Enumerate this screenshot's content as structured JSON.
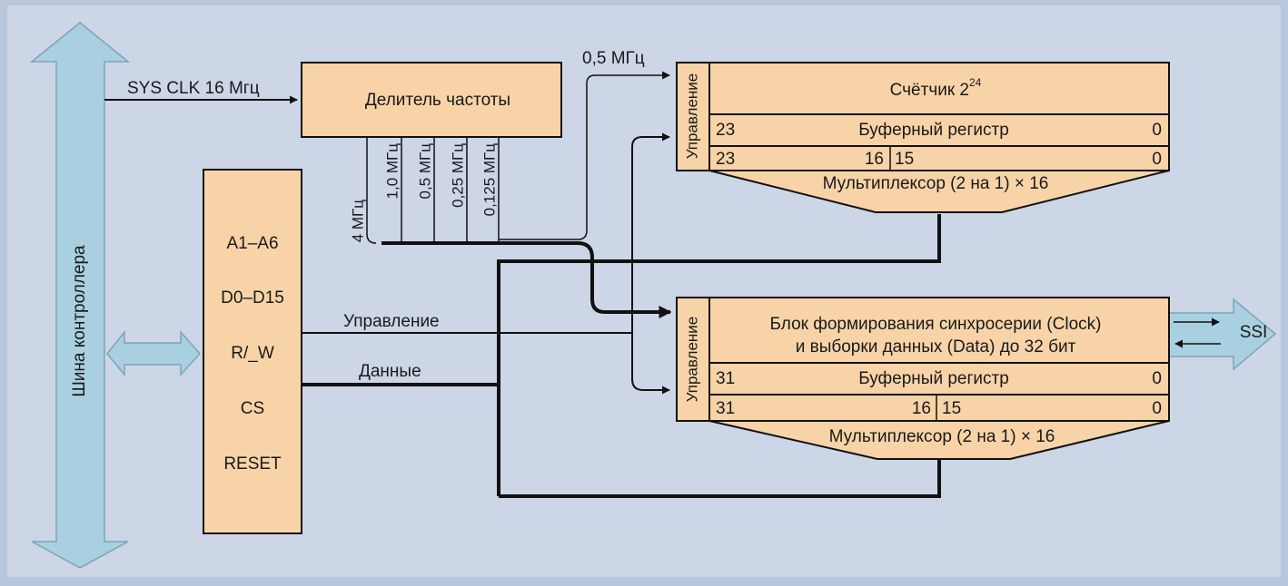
{
  "colors": {
    "background": "#ccd6e6",
    "frame": "#b9c7dd",
    "block_fill": "#f7d3a7",
    "bus_fill": "#a9d0e0",
    "line": "#111111"
  },
  "bus": {
    "label": "Шина контроллера"
  },
  "sys_clk": {
    "label": "SYS CLK 16 Мгц"
  },
  "divider": {
    "title": "Делитель частоты",
    "outputs": [
      "4 МГц",
      "1,0 МГц",
      "0,5 МГц",
      "0,25 МГц",
      "0,125 МГц"
    ],
    "freq_label": "0,5 МГц"
  },
  "interface": {
    "pins": [
      "A1–A6",
      "D0–D15",
      "R/_W",
      "CS",
      "RESET"
    ],
    "control_label": "Управление",
    "data_label": "Данные"
  },
  "counter": {
    "side_label": "Управление",
    "title": "Счётчик 2",
    "title_exp": "24",
    "buffer": {
      "left": "23",
      "name": "Буферный регистр",
      "right": "0"
    },
    "mux_row": {
      "left": "23",
      "mid_left": "16",
      "mid_right": "15",
      "right": "0"
    },
    "mux_label": "Мультиплексор (2 на 1) × 16"
  },
  "ssi_block": {
    "side_label": "Управление",
    "title_line1": "Блок формирования синхросерии (Clock)",
    "title_line2": "и выборки данных (Data) до 32 бит",
    "buffer": {
      "left": "31",
      "name": "Буферный регистр",
      "right": "0"
    },
    "mux_row": {
      "left": "31",
      "mid_left": "16",
      "mid_right": "15",
      "right": "0"
    },
    "mux_label": "Мультиплексор (2 на 1) × 16",
    "ssi_label": "SSI"
  }
}
